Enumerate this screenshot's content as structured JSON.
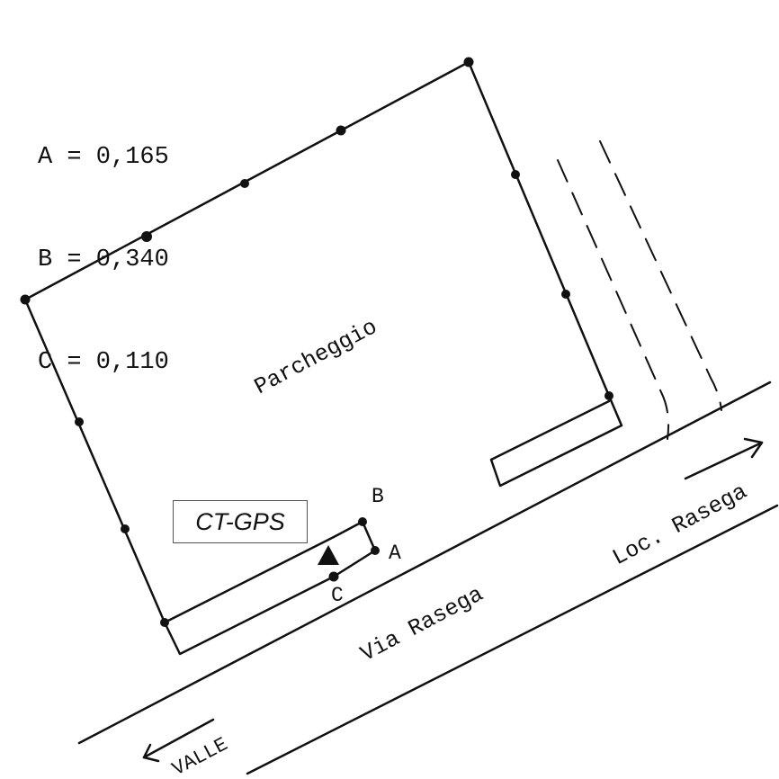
{
  "legend": [
    {
      "key": "A",
      "value": "0,165",
      "text": "A = 0,165"
    },
    {
      "key": "B",
      "value": "0,340",
      "text": "B = 0,340"
    },
    {
      "key": "C",
      "value": "0,110",
      "text": "C = 0,110"
    }
  ],
  "labels": {
    "parking": "Parcheggio",
    "road": "Via Rasega",
    "locality": "Loc. Rasega",
    "downhill": "VALLE",
    "gps": "CT-GPS",
    "point_a": "A",
    "point_b": "B",
    "point_c": "C"
  },
  "colors": {
    "ink": "#111111",
    "paper": "#ffffff",
    "box_border": "#555555"
  },
  "icons": {
    "gps_marker": "triangle-marker-icon",
    "downhill_arrow": "arrow-left-icon",
    "uphill_arrow": "arrow-right-icon"
  }
}
